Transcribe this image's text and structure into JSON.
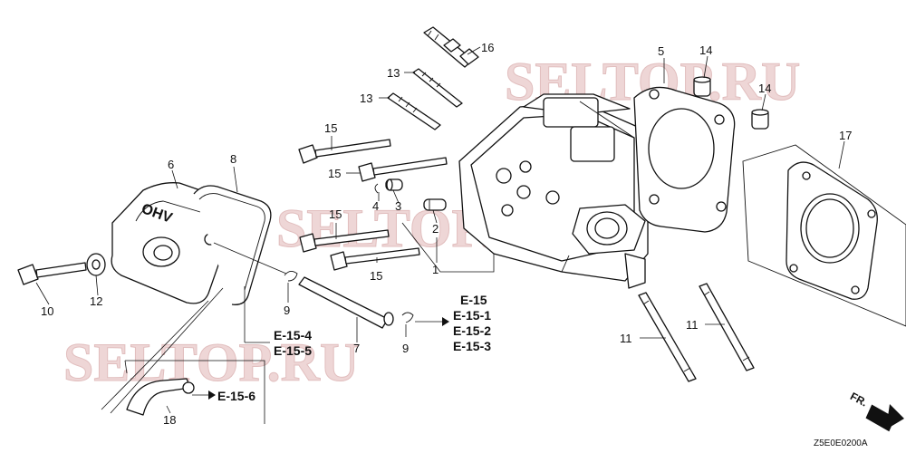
{
  "watermarks": [
    "SELTOP.RU",
    "SELTOP.RU",
    "SELTOP.RU"
  ],
  "part_numbers": {
    "p1": "1",
    "p2": "2",
    "p3": "3",
    "p4": "4",
    "p5": "5",
    "p6": "6",
    "p7": "7",
    "p8": "8",
    "p9a": "9",
    "p9b": "9",
    "p10": "10",
    "p11a": "11",
    "p11b": "11",
    "p12": "12",
    "p13a": "13",
    "p13b": "13",
    "p14a": "14",
    "p14b": "14",
    "p15a": "15",
    "p15b": "15",
    "p15c": "15",
    "p15d": "15",
    "p16": "16",
    "p17": "17",
    "p18": "18"
  },
  "references": {
    "e15": "E-15",
    "e15_1": "E-15-1",
    "e15_2": "E-15-2",
    "e15_3": "E-15-3",
    "e15_4": "E-15-4",
    "e15_5": "E-15-5",
    "e15_6": "E-15-6"
  },
  "cover_text": "OHV",
  "direction_label": "FR.",
  "drawing_code": "Z5E0E0200A"
}
